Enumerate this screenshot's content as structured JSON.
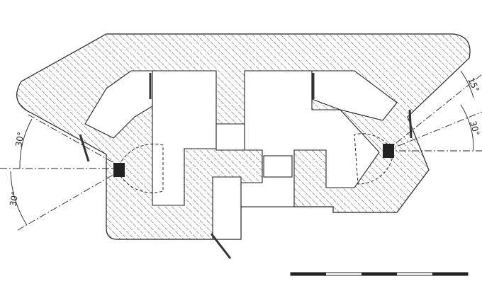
{
  "angles": {
    "left_upper": "30°",
    "left_lower": "30°",
    "right_upper": "15°",
    "right_lower": "30°"
  },
  "colors": {
    "line": "#222222",
    "background": "#ffffff"
  }
}
